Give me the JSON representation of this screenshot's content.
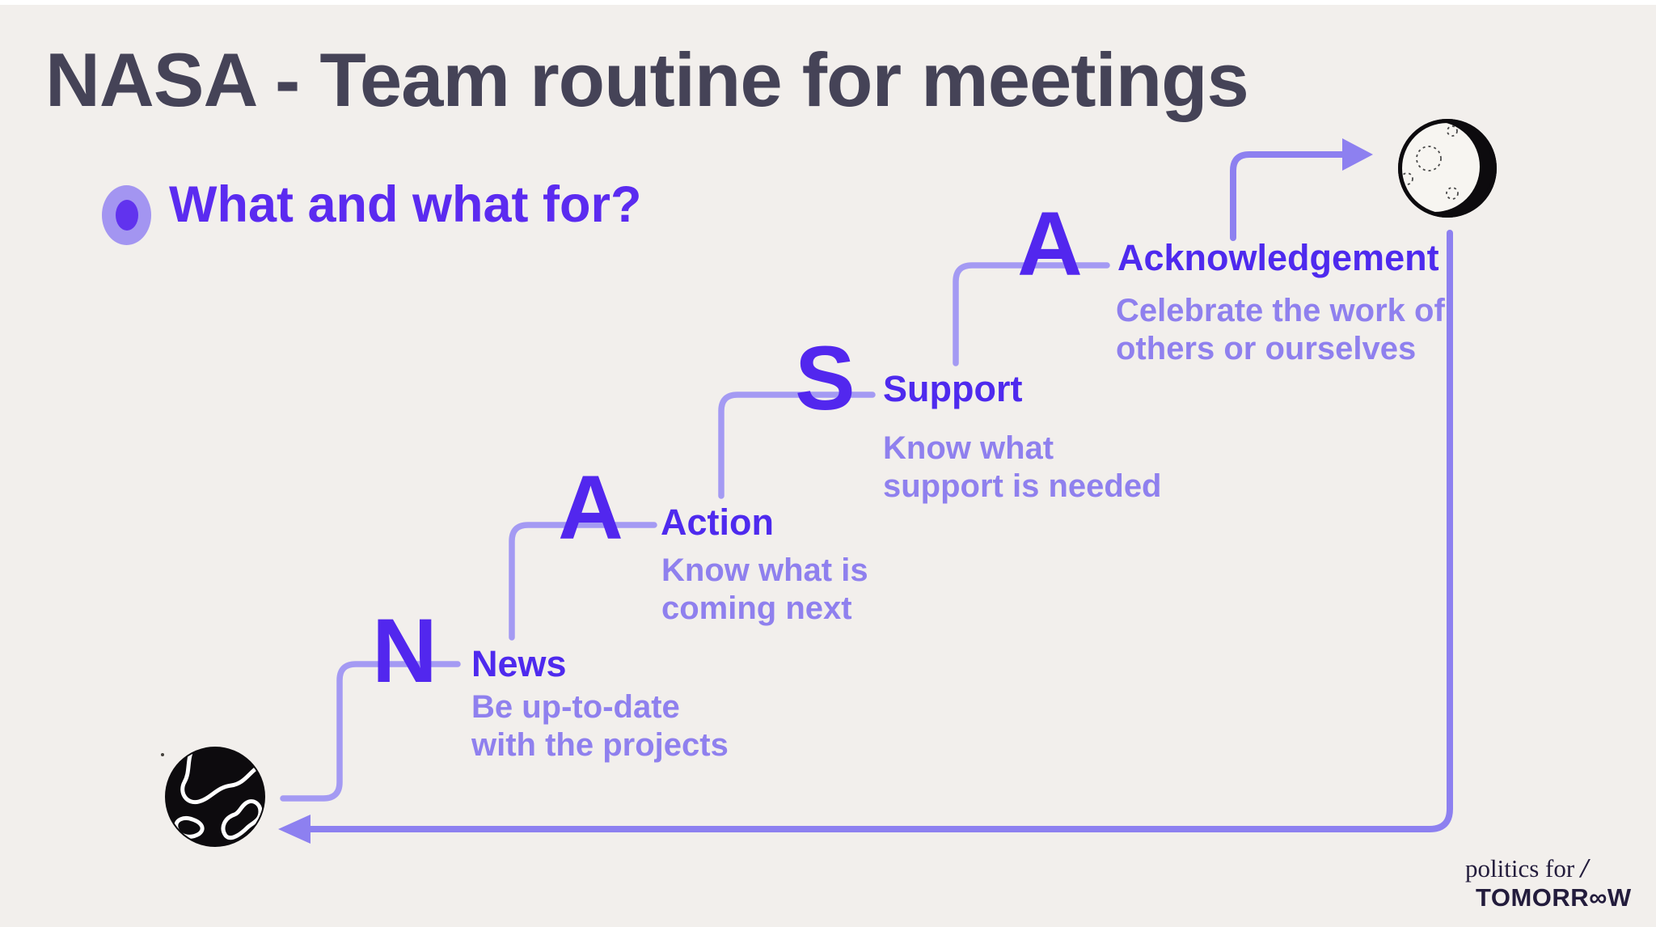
{
  "page": {
    "title": "NASA - Team routine for meetings",
    "subtitle": "What and what for?"
  },
  "steps": [
    {
      "letter": "N",
      "label": "News",
      "desc": [
        "Be up-to-date",
        "with the projects"
      ]
    },
    {
      "letter": "A",
      "label": "Action",
      "desc": [
        "Know what is",
        "coming next"
      ]
    },
    {
      "letter": "S",
      "label": "Support",
      "desc": [
        "Know what",
        "support is needed"
      ]
    },
    {
      "letter": "A",
      "label": "Acknowledgement",
      "desc": [
        "Celebrate the work of",
        "others or ourselves"
      ]
    }
  ],
  "icons": {
    "start": "earth-icon",
    "end": "moon-icon",
    "bullet": "bullet-dot-icon",
    "forward_arrow": "arrow-right-icon",
    "return_arrow": "arrow-left-icon"
  },
  "logo": {
    "line1": "politics for",
    "line1_slash": "/",
    "line2_pre": "TOMORR",
    "line2_symbol": "∞",
    "line2_post": "W"
  },
  "colors": {
    "background": "#f2efec",
    "title_text": "#454357",
    "accent_purple": "#5227ee",
    "label_purple": "#4e2aee",
    "light_purple_text": "#8f80ee",
    "connector_line": "#a49af3",
    "arrow_line": "#8d80f0",
    "planet_black": "#0d0b0e",
    "logo_navy": "#231c3c"
  }
}
